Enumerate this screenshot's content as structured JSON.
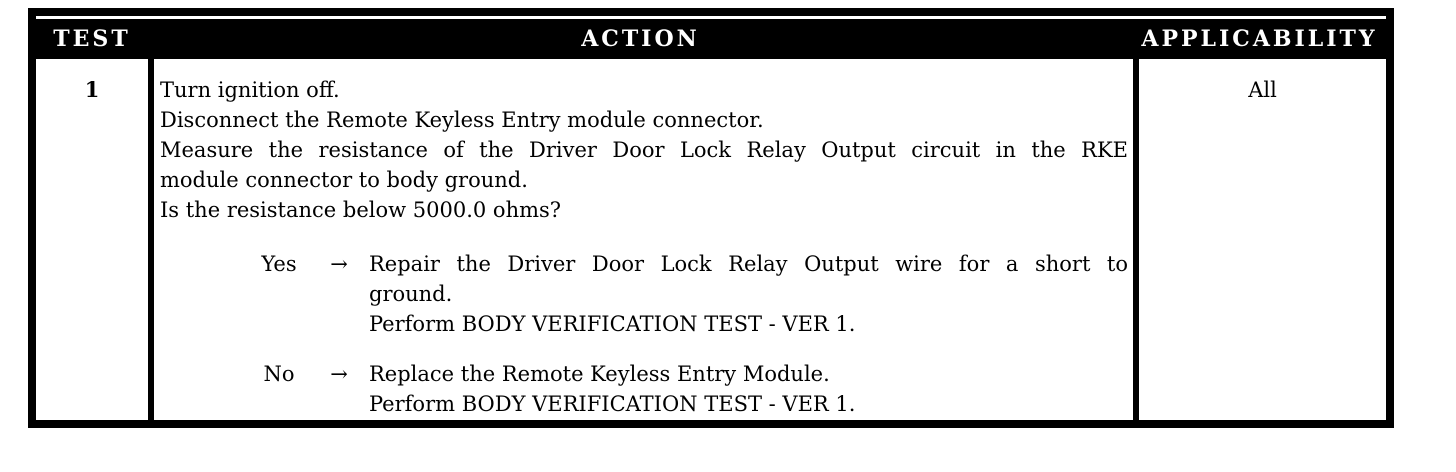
{
  "document": {
    "headers": {
      "test": "TEST",
      "action": "ACTION",
      "applicability": "APPLICABILITY"
    },
    "row": {
      "test": "1",
      "applicability": "All",
      "action_lines": [
        "Turn ignition off.",
        "Disconnect the Remote Keyless Entry module connector.",
        "Measure the resistance of the Driver Door Lock Relay Output circuit in the RKE",
        "module connector to body ground.",
        "Is the resistance below 5000.0 ohms?"
      ],
      "yes": {
        "label": "Yes",
        "arrow": "→",
        "lines": [
          "Repair the Driver Door Lock Relay Output wire for a short to",
          "ground.",
          "Perform BODY VERIFICATION TEST - VER 1."
        ]
      },
      "no": {
        "label": "No",
        "arrow": "→",
        "lines": [
          "Replace the Remote Keyless Entry Module.",
          "Perform BODY VERIFICATION TEST - VER 1."
        ]
      }
    },
    "colors": {
      "ink": "#000000",
      "paper": "#ffffff",
      "header_bg": "#000000",
      "header_text": "#ffffff"
    }
  }
}
